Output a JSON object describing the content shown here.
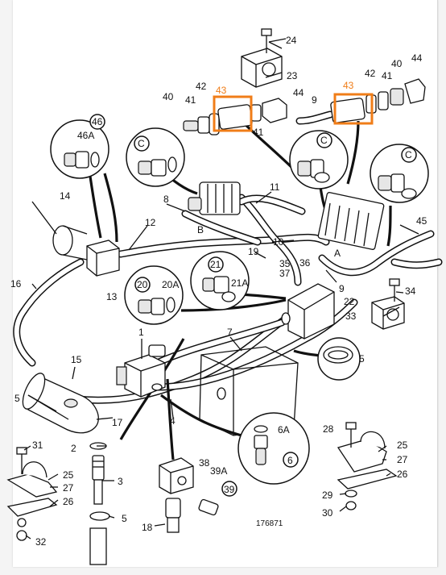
{
  "drawing": {
    "ref_number": "176871",
    "highlight_color": "#f07d18",
    "callouts": {
      "c1": "1",
      "c2": "2",
      "c3": "3",
      "c4": "4",
      "c5a": "5",
      "c5b": "5",
      "c5c": "5",
      "c6": "6",
      "c6a": "6A",
      "c7": "7",
      "c8": "8",
      "c9a": "9",
      "c9b": "9",
      "c10": "10",
      "c11": "11",
      "c12": "12",
      "c13": "13",
      "c14": "14",
      "c15": "15",
      "c16": "16",
      "c17": "17",
      "c18": "18",
      "c19": "19",
      "c20": "20",
      "c20a": "20A",
      "c21": "21",
      "c21a": "21A",
      "c22": "22",
      "c23": "23",
      "c24": "24",
      "c25a": "25",
      "c25b": "25",
      "c26a": "26",
      "c26b": "26",
      "c27a": "27",
      "c27b": "27",
      "c28": "28",
      "c29": "29",
      "c30": "30",
      "c31": "31",
      "c32": "32",
      "c33": "33",
      "c34": "34",
      "c35": "35",
      "c36": "36",
      "c37": "37",
      "c38": "38",
      "c39": "39",
      "c39a": "39A",
      "c40a": "40",
      "c40b": "40",
      "c41a": "41",
      "c41b": "41",
      "c41c": "41",
      "c42a": "42",
      "c42b": "42",
      "c43a": "43",
      "c43b": "43",
      "c44a": "44",
      "c44b": "44",
      "c45": "45",
      "c46": "46",
      "c46a": "46A",
      "cA": "A",
      "cB": "B",
      "cCa": "C",
      "cCb": "C",
      "cCc": "C"
    }
  }
}
